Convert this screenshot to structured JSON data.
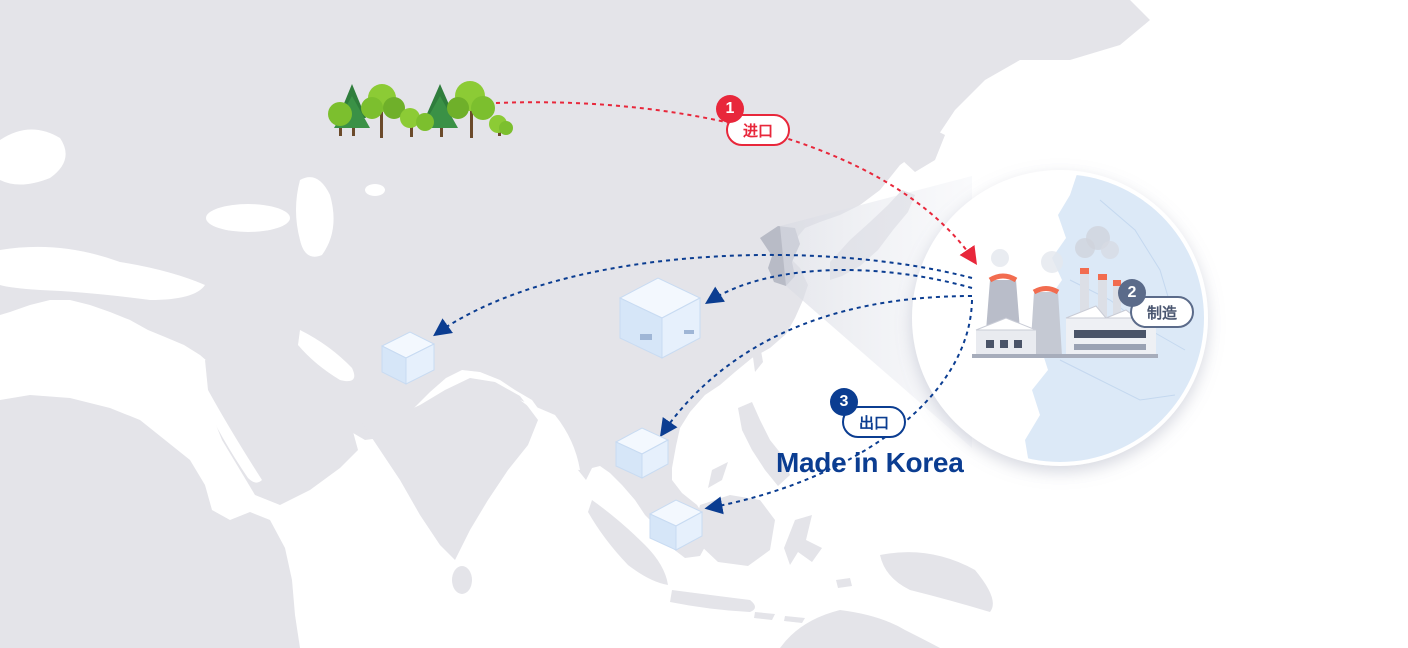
{
  "steps": [
    {
      "number": "1",
      "label": "进口",
      "color": "#e8273b"
    },
    {
      "number": "2",
      "label": "制造",
      "color": "#5b6b8a"
    },
    {
      "number": "3",
      "label": "出口",
      "color": "#0b3d91"
    }
  ],
  "tagline": "Made in Korea",
  "colors": {
    "land": "#e4e4e9",
    "ocean": "#ffffff",
    "import_route": "#e8273b",
    "export_route": "#0b3d91",
    "korea_map": "#dce9f7",
    "box": "#e2eefb"
  },
  "icons": [
    "forest-icon",
    "factory-icon",
    "cargo-box-icon"
  ]
}
